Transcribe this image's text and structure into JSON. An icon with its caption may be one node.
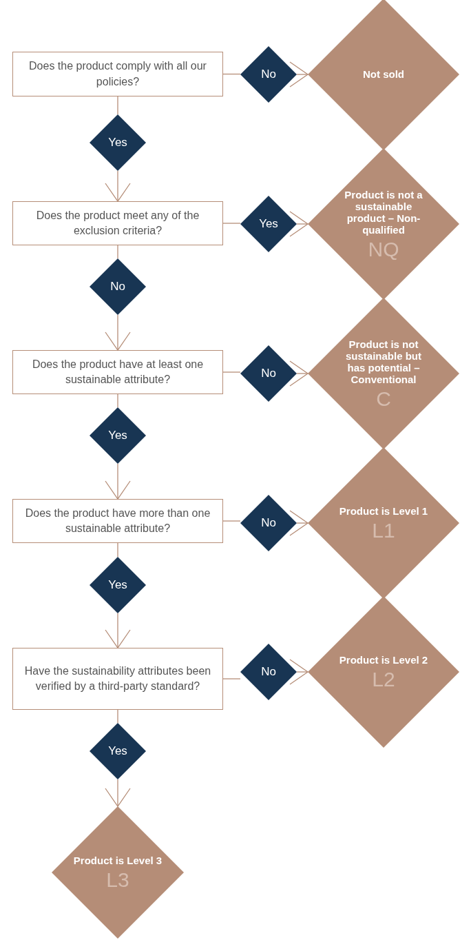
{
  "diagram": {
    "nodes": [
      {
        "text": [
          "Does the product comply with all our policies?"
        ]
      },
      {
        "text": [
          "No"
        ]
      },
      {
        "text": [
          "Not sold"
        ]
      },
      {
        "text": [
          "Yes"
        ]
      },
      {
        "text": [
          "Does the product meet any of the exclusion criteria?"
        ]
      },
      {
        "text": [
          "Yes"
        ]
      },
      {
        "text": [
          "Product is not a sustainable product – Non-qualified",
          "NQ"
        ]
      },
      {
        "text": [
          "No"
        ]
      },
      {
        "text": [
          "Does the product have at least one sustainable attribute?"
        ]
      },
      {
        "text": [
          "No"
        ]
      },
      {
        "text": [
          "Product is not sustainable but has potential – Conventional",
          "C"
        ]
      },
      {
        "text": [
          "Yes"
        ]
      },
      {
        "text": [
          "Does the product have more than one sustainable attribute?"
        ]
      },
      {
        "text": [
          "No"
        ]
      },
      {
        "text": [
          "Product is Level 1",
          "L1"
        ]
      },
      {
        "text": [
          "Yes"
        ]
      },
      {
        "text": [
          "Have the sustainability attributes been verified by a third-party standard?"
        ]
      },
      {
        "text": [
          "No"
        ]
      },
      {
        "text": [
          "Product is Level 2",
          "L2"
        ]
      },
      {
        "text": [
          "Yes"
        ]
      },
      {
        "text": [
          "Product is Level 3",
          "L3"
        ]
      }
    ],
    "edges": [
      {
        "from": 0,
        "to": 1,
        "arrow": "none"
      },
      {
        "from": 1,
        "to": 2,
        "arrow": "to"
      },
      {
        "from": 0,
        "to": 3,
        "arrow": "none"
      },
      {
        "from": 3,
        "to": 4,
        "arrow": "to"
      },
      {
        "from": 4,
        "to": 5,
        "arrow": "none"
      },
      {
        "from": 5,
        "to": 6,
        "arrow": "to"
      },
      {
        "from": 4,
        "to": 7,
        "arrow": "none"
      },
      {
        "from": 7,
        "to": 8,
        "arrow": "to"
      },
      {
        "from": 8,
        "to": 9,
        "arrow": "none"
      },
      {
        "from": 9,
        "to": 10,
        "arrow": "to"
      },
      {
        "from": 8,
        "to": 11,
        "arrow": "none"
      },
      {
        "from": 11,
        "to": 12,
        "arrow": "to"
      },
      {
        "from": 12,
        "to": 13,
        "arrow": "none"
      },
      {
        "from": 13,
        "to": 14,
        "arrow": "to"
      },
      {
        "from": 12,
        "to": 15,
        "arrow": "none"
      },
      {
        "from": 15,
        "to": 16,
        "arrow": "to"
      },
      {
        "from": 16,
        "to": 17,
        "arrow": "none"
      },
      {
        "from": 17,
        "to": 18,
        "arrow": "to"
      },
      {
        "from": 16,
        "to": 19,
        "arrow": "none"
      },
      {
        "from": 19,
        "to": 20,
        "arrow": "to"
      }
    ]
  }
}
